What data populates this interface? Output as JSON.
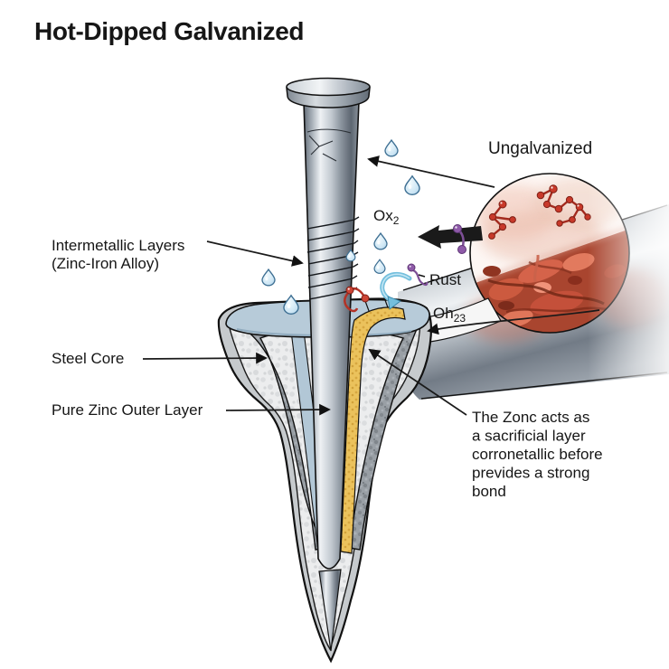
{
  "title": "Hot-Dipped Galvanized",
  "labels": {
    "intermetallic": {
      "line1": "Intermetallic Layers",
      "line2": "(Zinc-Iron Alloy)"
    },
    "steel_core": "Steel Core",
    "pure_zinc": "Pure Zinc Outer Layer",
    "ungalvanized": "Ungalvanized",
    "rust": "Rust",
    "ox": {
      "main": "Ox",
      "sub": "2"
    },
    "oh": {
      "main": "Oh",
      "sub": "23"
    }
  },
  "note": {
    "lines": [
      "The Zonc acts as",
      "a sacrificial layer",
      "corronetallic before",
      "prevides a strong",
      "bond"
    ]
  },
  "icons": {
    "water_drop": "water-drop",
    "oxygen_molecule": "purple two-atom molecule",
    "rust_molecule": "red two-atom molecule",
    "hydroxide_swirl": "cyan swirl arrow",
    "rust_cluster": "red molecule cluster"
  },
  "colors": {
    "background": "#ffffff",
    "text": "#161616",
    "outline": "#111111",
    "steel_light": "#e9edf0",
    "steel_mid": "#aab2bb",
    "steel_dark": "#5f6873",
    "rim_gray": "#c6cacd",
    "light_speckle": "#ecedee",
    "dark_speckle": "#999fa5",
    "collar_blue": "#b7cbd9",
    "zinc_gold": "#ebc25c",
    "zinc_gold_dark": "#c89a33",
    "water_blue": "#d6eaf6",
    "water_edge": "#3c6e92",
    "rust_base": "#a9452f",
    "rust_bright": "#e27a5e",
    "rust_dark": "#7c2b1b",
    "molecule_red": "#c8392a",
    "molecule_purple": "#8e5aa8",
    "swirl_cyan": "#74bfdd"
  }
}
